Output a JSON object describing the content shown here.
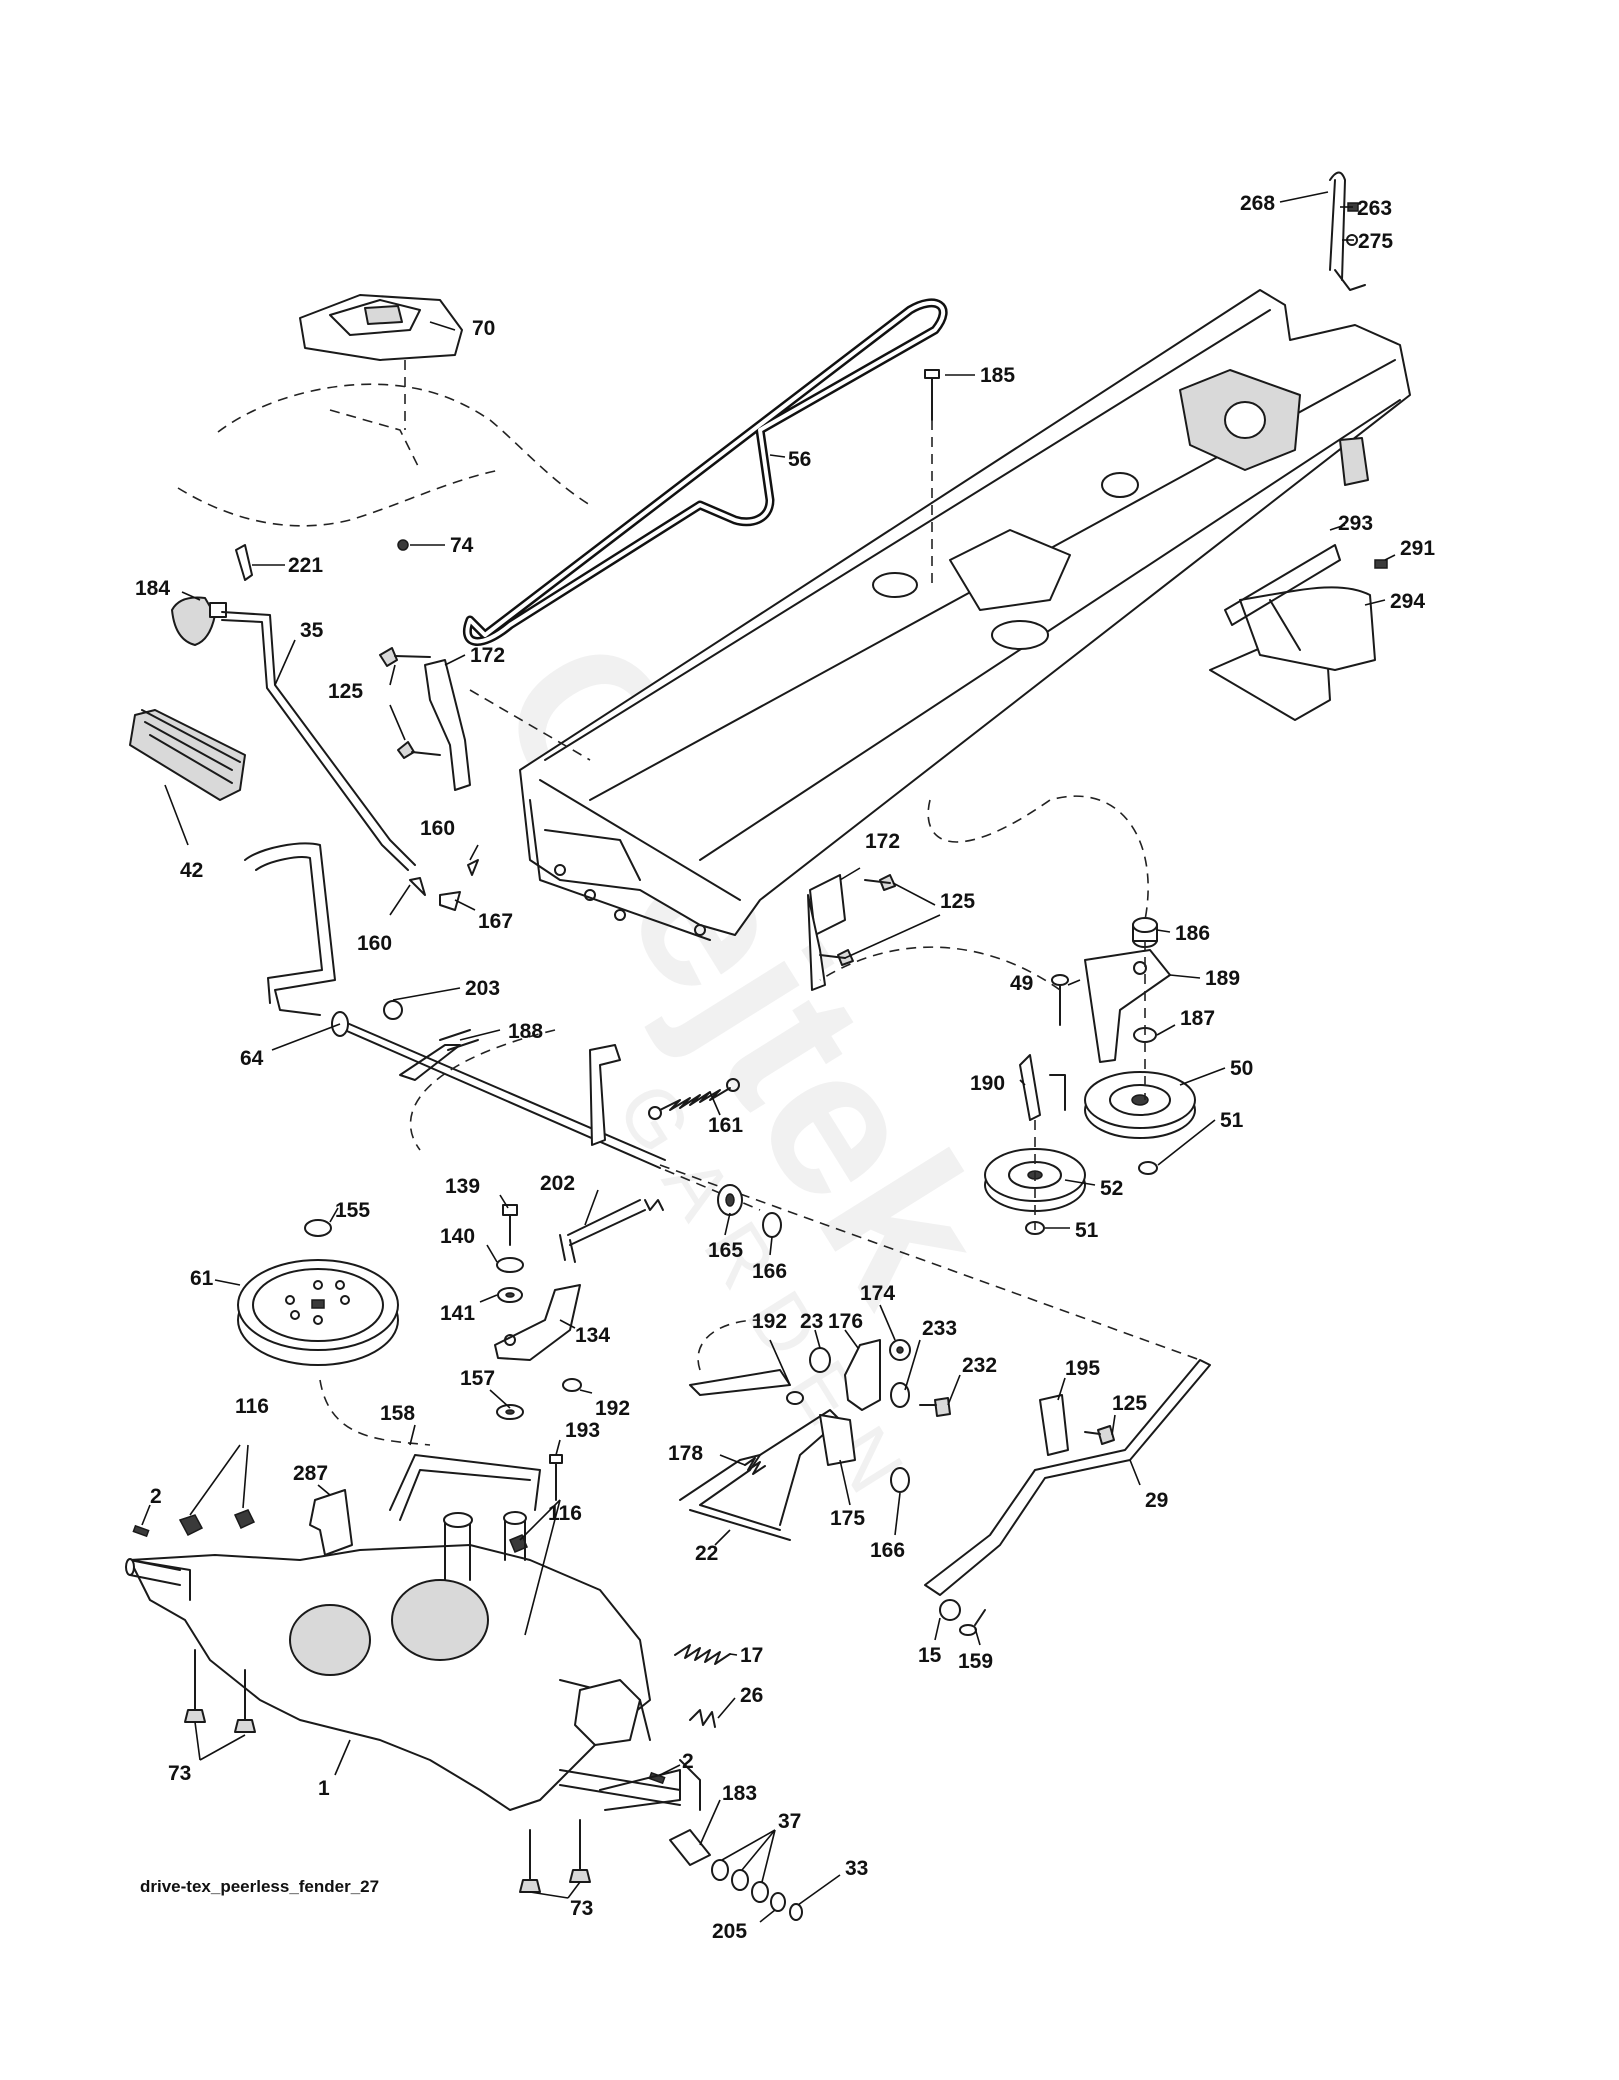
{
  "caption": "drive-tex_peerless_fender_27",
  "watermark": {
    "brand": "Grejtek",
    "sub": "GARDEN"
  },
  "labels": [
    "268",
    "263",
    "275",
    "70",
    "185",
    "56",
    "74",
    "293",
    "291",
    "221",
    "184",
    "35",
    "294",
    "172",
    "125",
    "42",
    "160",
    "160",
    "167",
    "172",
    "125",
    "186",
    "49",
    "189",
    "203",
    "188",
    "64",
    "187",
    "50",
    "190",
    "161",
    "51",
    "52",
    "51",
    "139",
    "202",
    "155",
    "140",
    "165",
    "166",
    "61",
    "141",
    "134",
    "192",
    "23",
    "176",
    "174",
    "233",
    "232",
    "157",
    "192",
    "195",
    "125",
    "116",
    "158",
    "193",
    "287",
    "178",
    "2",
    "116",
    "175",
    "29",
    "22",
    "166",
    "17",
    "15",
    "159",
    "26",
    "73",
    "1",
    "2",
    "183",
    "37",
    "33",
    "73",
    "205"
  ]
}
